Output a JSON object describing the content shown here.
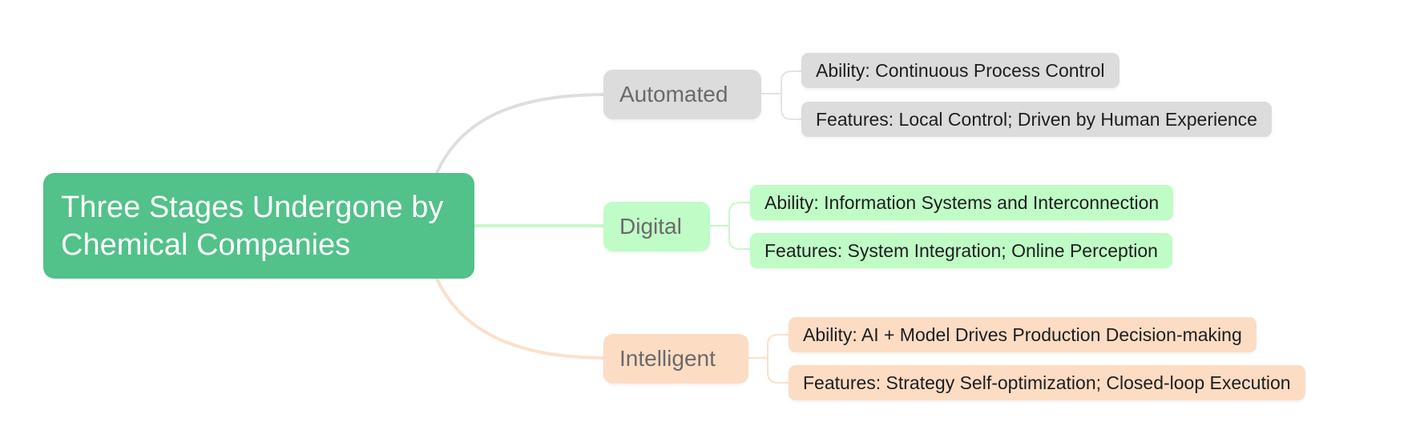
{
  "root": {
    "line1": "Three Stages Undergone by",
    "line2": "Chemical Companies"
  },
  "branches": [
    {
      "label": "Automated",
      "color": "#dcdcdc",
      "ability": "Ability: Continuous Process Control",
      "features": "Features: Local Control; Driven by Human Experience"
    },
    {
      "label": "Digital",
      "color": "#c0fcc6",
      "ability": "Ability: Information Systems and Interconnection",
      "features": "Features: System Integration; Online Perception"
    },
    {
      "label": "Intelligent",
      "color": "#fddcc4",
      "ability": "Ability: AI + Model Drives Production Decision-making",
      "features": "Features: Strategy Self-optimization; Closed-loop Execution"
    }
  ],
  "colors": {
    "root": "#52c18a",
    "automated": "#dcdcdc",
    "digital": "#c0fcc6",
    "intelligent": "#fddcc4"
  }
}
